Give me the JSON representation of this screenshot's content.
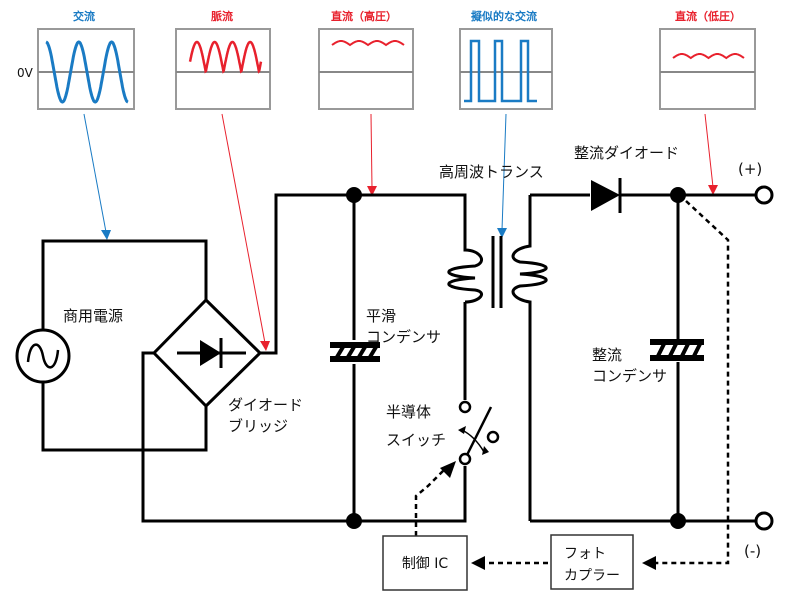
{
  "colors": {
    "blue": "#1a7bc4",
    "red": "#e8212d",
    "wire": "#000000",
    "scope_border": "#999999"
  },
  "scopes": [
    {
      "id": "ac",
      "title": "交流",
      "color": "#1a7bc4",
      "waveform": "sine"
    },
    {
      "id": "pulsating",
      "title": "脈流",
      "color": "#e8212d",
      "waveform": "rectified"
    },
    {
      "id": "dc-high",
      "title": "直流（高圧）",
      "color": "#e8212d",
      "waveform": "ripple"
    },
    {
      "id": "pseudo-ac",
      "title": "擬似的な交流",
      "color": "#1a7bc4",
      "waveform": "square"
    },
    {
      "id": "dc-low",
      "title": "直流（低圧）",
      "color": "#e8212d",
      "waveform": "ripple"
    }
  ],
  "zero_label": "0V",
  "labels": {
    "ac_source": "商用電源",
    "bridge_line1": "ダイオード",
    "bridge_line2": "ブリッジ",
    "smooth_cap_line1": "平滑",
    "smooth_cap_line2": "コンデンサ",
    "transformer": "高周波トランス",
    "rect_diode": "整流ダイオード",
    "rect_cap_line1": "整流",
    "rect_cap_line2": "コンデンサ",
    "switch_line1": "半導体",
    "switch_line2": "スイッチ",
    "plus": "(+)",
    "minus": "(-)",
    "control_ic": "制御 IC",
    "photocoupler_line1": "フォト",
    "photocoupler_line2": "カプラー"
  }
}
